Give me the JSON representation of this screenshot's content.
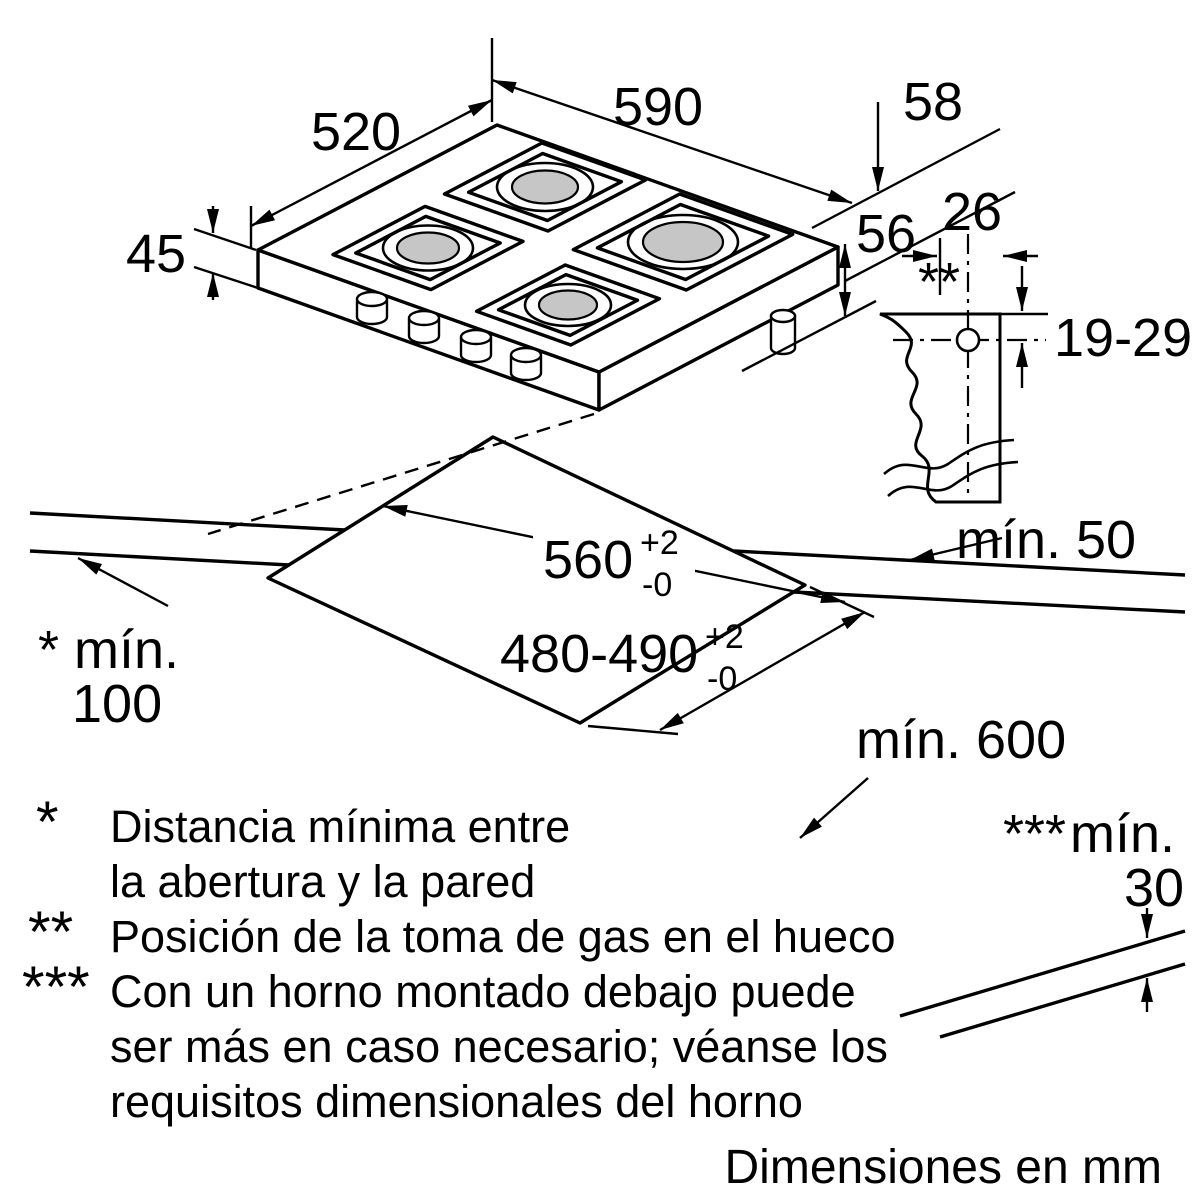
{
  "diagram": {
    "hob": {
      "width": "590",
      "depth": "520",
      "height": "45",
      "gas_v_offset": "58",
      "gas_h_offset": "56",
      "gas_marker": "**"
    },
    "gas_detail": {
      "pipe_offset": "26",
      "pipe_depth": "19-29"
    },
    "cutout": {
      "width": "560",
      "width_tol_plus": "+2",
      "width_tol_minus": "-0",
      "depth": "480-490",
      "depth_tol_plus": "+2",
      "depth_tol_minus": "-0",
      "min_back": "mín. 50",
      "min_side_label": "* mín.",
      "min_side_value": "100",
      "min_front": "mín. 600",
      "min_below_marker": "***",
      "min_below_label": "mín.",
      "min_below_value": "30"
    },
    "footnotes": [
      {
        "marker": "*",
        "lines": [
          "Distancia mínima entre",
          "la abertura y la pared"
        ]
      },
      {
        "marker": "**",
        "lines": [
          "Posición de la toma de gas en el hueco"
        ]
      },
      {
        "marker": "***",
        "lines": [
          "Con un horno montado debajo puede",
          "ser más en caso necesario; véanse los",
          "requisitos dimensionales del horno"
        ]
      }
    ],
    "units_note": "Dimensiones en mm"
  }
}
